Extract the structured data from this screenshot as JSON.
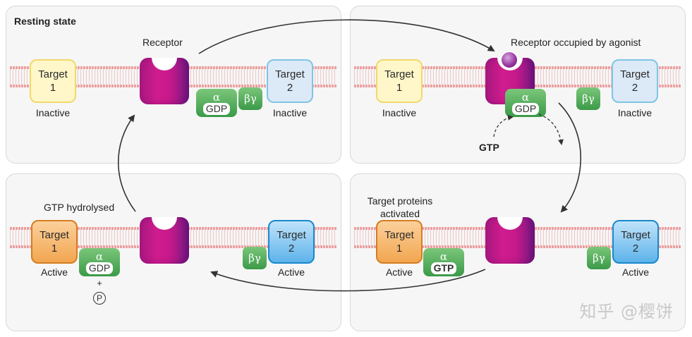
{
  "panels": {
    "resting": {
      "title": "Resting state",
      "receptor_label": "Receptor",
      "target1": {
        "name": "Target",
        "num": "1",
        "state": "Inactive"
      },
      "target2": {
        "name": "Target",
        "num": "2",
        "state": "Inactive"
      },
      "alpha": "α",
      "nucleotide": "GDP",
      "beta_gamma": "βγ"
    },
    "occupied": {
      "receptor_label": "Receptor occupied by agonist",
      "target1": {
        "name": "Target",
        "num": "1",
        "state": "Inactive"
      },
      "target2": {
        "name": "Target",
        "num": "2",
        "state": "Inactive"
      },
      "alpha": "α",
      "nucleotide": "GDP",
      "beta_gamma": "βγ",
      "incoming": "GTP"
    },
    "hydrolysed": {
      "caption": "GTP hydrolysed",
      "target1": {
        "name": "Target",
        "num": "1",
        "state": "Active"
      },
      "target2": {
        "name": "Target",
        "num": "2",
        "state": "Active"
      },
      "alpha": "α",
      "nucleotide": "GDP",
      "plus": "+",
      "phosphate": "P",
      "beta_gamma": "βγ"
    },
    "activated": {
      "caption_line1": "Target proteins",
      "caption_line2": "activated",
      "target1": {
        "name": "Target",
        "num": "1",
        "state": "Active"
      },
      "target2": {
        "name": "Target",
        "num": "2",
        "state": "Active"
      },
      "alpha": "α",
      "nucleotide": "GTP",
      "beta_gamma": "βγ"
    }
  },
  "watermark": "知乎 @樱饼",
  "colors": {
    "receptor": "#c7198a",
    "g_protein": "#3b9a48",
    "target1_inactive": "#fff7c9",
    "target2_inactive": "#dce9f7",
    "target1_active": "#f2a650",
    "target2_active": "#5db3ea"
  }
}
